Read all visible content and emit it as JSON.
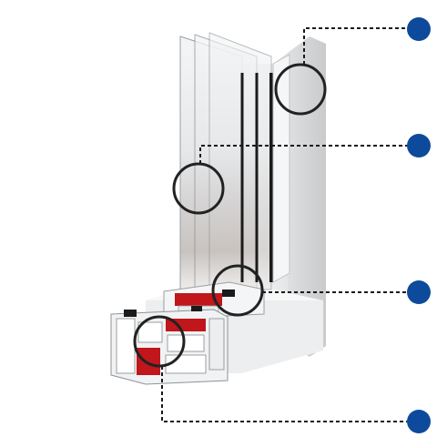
{
  "diagram": {
    "subject": "window-profile-cross-section",
    "colors": {
      "marker": "#0d4a9c",
      "leader": "#1a1a1a",
      "frame": "#f1f2f3",
      "frame_shadow": "#c9cbcd",
      "reinforcement": "#c0161c",
      "seal": "#1b1b1b",
      "glass": "#e9ecee",
      "circle": "#222222"
    },
    "callouts": [
      {
        "id": "glazing-top",
        "icon": "filled-circle-marker"
      },
      {
        "id": "glass-panes",
        "icon": "filled-circle-marker"
      },
      {
        "id": "glazing-bead",
        "icon": "filled-circle-marker"
      },
      {
        "id": "frame-chambers",
        "icon": "filled-circle-marker"
      }
    ]
  }
}
